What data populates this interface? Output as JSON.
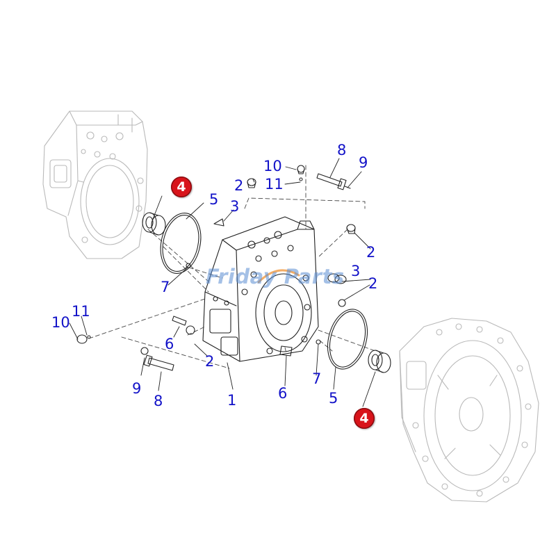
{
  "diagram": {
    "watermark": "Friday Parts",
    "callouts": {
      "c_10_top": "10",
      "c_11_top": "11",
      "c_8_top": "8",
      "c_9_top": "9",
      "c_2_top": "2",
      "c_4_left": "4",
      "c_5_left": "5",
      "c_3_top": "3",
      "c_2_right_upper": "2",
      "c_3_right": "3",
      "c_2_right_lower": "2",
      "c_7_left": "7",
      "c_11_left": "11",
      "c_10_left": "10",
      "c_6_left": "6",
      "c_2_bottom": "2",
      "c_9_bottom": "9",
      "c_8_bottom": "8",
      "c_1": "1",
      "c_6_bottom": "6",
      "c_7_right": "7",
      "c_5_right": "5",
      "c_4_right": "4"
    }
  }
}
